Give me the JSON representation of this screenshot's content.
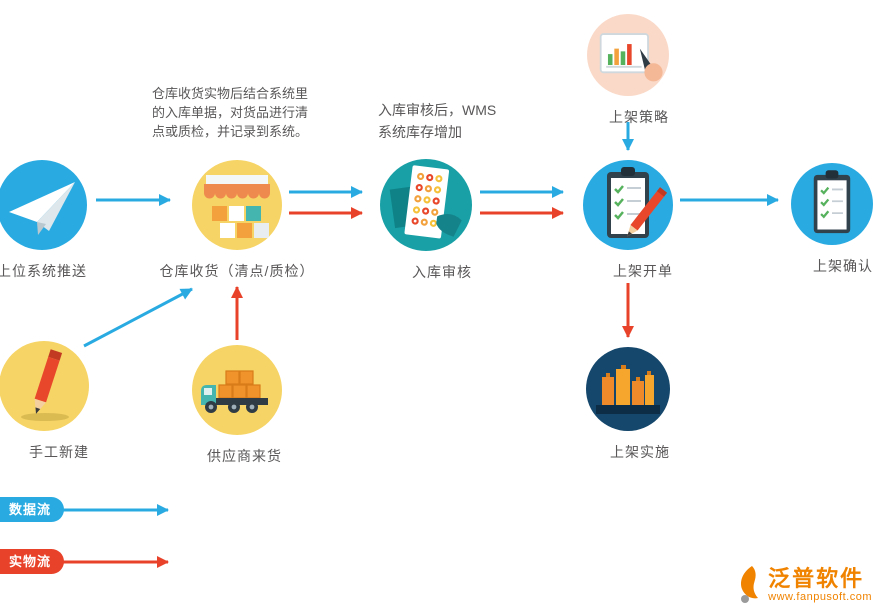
{
  "nodes": {
    "push": {
      "label": "上位系统推送"
    },
    "receive": {
      "label": "仓库收货（清点/质检）"
    },
    "audit": {
      "label": "入库审核"
    },
    "strategy": {
      "label": "上架策略"
    },
    "order": {
      "label": "上架开单"
    },
    "confirm": {
      "label": "上架确认"
    },
    "implement": {
      "label": "上架实施"
    },
    "manual": {
      "label": "手工新建"
    },
    "supplier": {
      "label": "供应商来货"
    }
  },
  "notes": {
    "receive": "仓库收货实物后结合系统里\n的入库单据，对货品进行清\n点或质检，并记录到系统。",
    "audit": "入库审核后，WMS\n系统库存增加"
  },
  "legend": {
    "data_flow": "数据流",
    "physical_flow": "实物流"
  },
  "logo": {
    "name": "泛普软件",
    "url": "www.fanpusoft.com"
  },
  "colors": {
    "data_flow_blue": "#29abe2",
    "physical_flow_red": "#e8432a",
    "node_yellow": "#f6d465",
    "node_teal": "#18a0a6",
    "node_navy": "#14476b",
    "node_peach": "#fad9c8",
    "text_gray": "#595757",
    "logo_orange": "#f08300"
  }
}
